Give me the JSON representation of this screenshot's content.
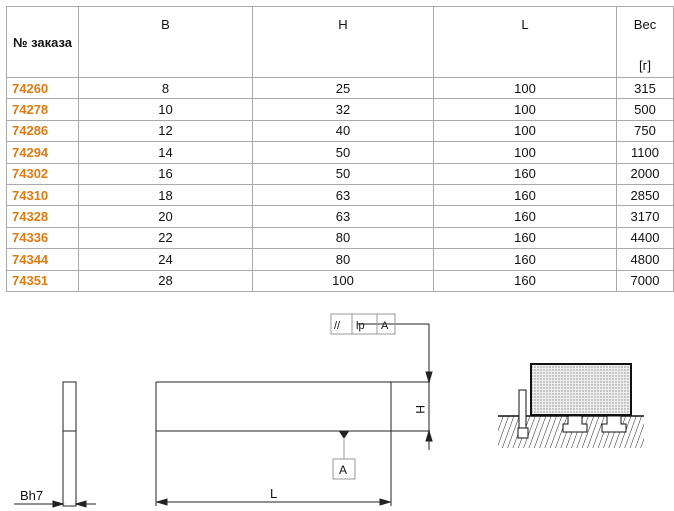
{
  "table": {
    "headers": {
      "order": "№ заказа",
      "b": "B",
      "h": "H",
      "l": "L",
      "weight": "Вес",
      "weight_unit": "[г]"
    },
    "rows": [
      {
        "order": "74260",
        "b": "8",
        "h": "25",
        "l": "100",
        "w": "315"
      },
      {
        "order": "74278",
        "b": "10",
        "h": "32",
        "l": "100",
        "w": "500"
      },
      {
        "order": "74286",
        "b": "12",
        "h": "40",
        "l": "100",
        "w": "750"
      },
      {
        "order": "74294",
        "b": "14",
        "h": "50",
        "l": "100",
        "w": "1100"
      },
      {
        "order": "74302",
        "b": "16",
        "h": "50",
        "l": "160",
        "w": "2000"
      },
      {
        "order": "74310",
        "b": "18",
        "h": "63",
        "l": "160",
        "w": "2850"
      },
      {
        "order": "74328",
        "b": "20",
        "h": "63",
        "l": "160",
        "w": "3170"
      },
      {
        "order": "74336",
        "b": "22",
        "h": "80",
        "l": "160",
        "w": "4400"
      },
      {
        "order": "74344",
        "b": "24",
        "h": "80",
        "l": "160",
        "w": "4800"
      },
      {
        "order": "74351",
        "b": "28",
        "h": "100",
        "l": "160",
        "w": "7000"
      }
    ]
  },
  "drawing": {
    "tolerance_symbol": "//",
    "tolerance_value": "lp",
    "datum": "A",
    "datum_label": "A",
    "dim_h": "H",
    "dim_l": "L",
    "dim_b": "Bh7"
  }
}
